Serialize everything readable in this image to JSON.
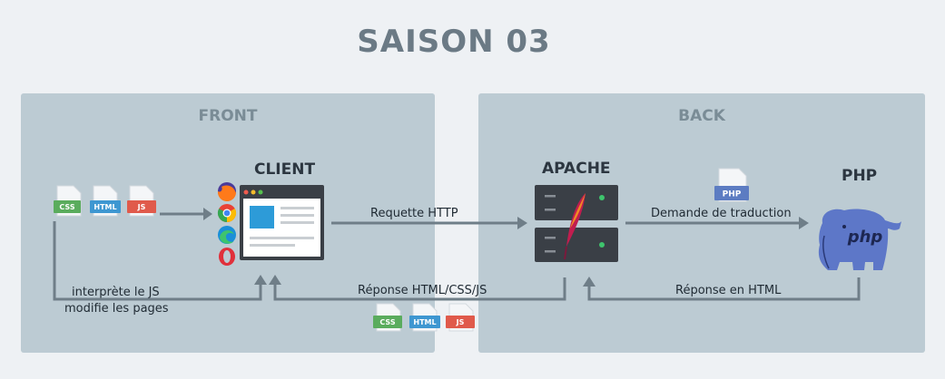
{
  "title": "SAISON 03",
  "front": {
    "title": "FRONT",
    "client_label": "CLIENT"
  },
  "back": {
    "title": "BACK",
    "apache_label": "APACHE",
    "php_label": "PHP"
  },
  "files": {
    "css": "CSS",
    "html": "HTML",
    "js": "JS",
    "php": "PHP"
  },
  "arrows": {
    "http_request": "Requette HTTP",
    "translation_request": "Demande de traduction",
    "html_response_back": "Réponse en HTML",
    "client_response": "Réponse HTML/CSS/JS",
    "interpret_line1": "interprète le JS",
    "interpret_line2": "modifie les pages"
  },
  "php_logo_text": "php",
  "colors": {
    "css": "#5aac5d",
    "html": "#3e97d1",
    "js": "#e05a4b",
    "php": "#5c7cc2",
    "arrow": "#6f7e88",
    "server": "#3a3f46",
    "elephant": "#5d77c8"
  }
}
